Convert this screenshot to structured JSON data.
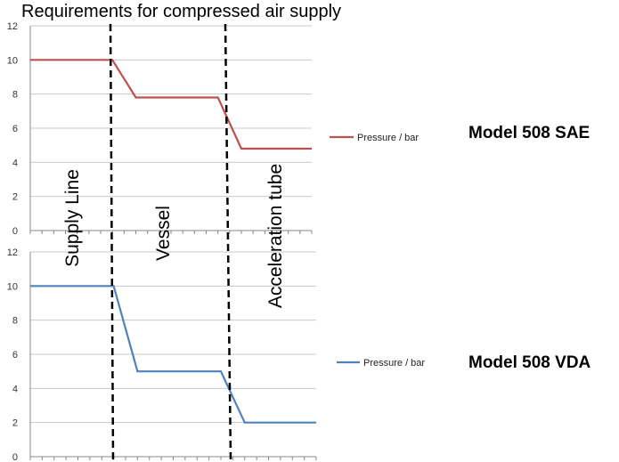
{
  "title": "Requirements for compressed air supply",
  "regions": [
    "Supply Line",
    "Vessel",
    "Acceleration tube"
  ],
  "chart_data": [
    {
      "type": "line",
      "model": "Model 508 SAE",
      "series": [
        {
          "name": "Pressure / bar",
          "color": "#c0504d",
          "points": [
            [
              0,
              10
            ],
            [
              7,
              10
            ],
            [
              9,
              7.8
            ],
            [
              16,
              7.8
            ],
            [
              18,
              4.8
            ],
            [
              24,
              4.8
            ]
          ]
        }
      ],
      "ylim": [
        0,
        12
      ],
      "yticks": [
        0,
        2,
        4,
        6,
        8,
        10,
        12
      ],
      "grid": true,
      "legend": "right"
    },
    {
      "type": "line",
      "model": "Model 508 VDA",
      "series": [
        {
          "name": "Pressure / bar",
          "color": "#4f81bd",
          "points": [
            [
              0,
              10
            ],
            [
              7,
              10
            ],
            [
              9,
              5
            ],
            [
              16,
              5
            ],
            [
              18,
              2
            ],
            [
              24,
              2
            ]
          ]
        }
      ],
      "ylim": [
        0,
        12
      ],
      "yticks": [
        0,
        2,
        4,
        6,
        8,
        10,
        12
      ],
      "grid": true,
      "legend": "right"
    }
  ]
}
